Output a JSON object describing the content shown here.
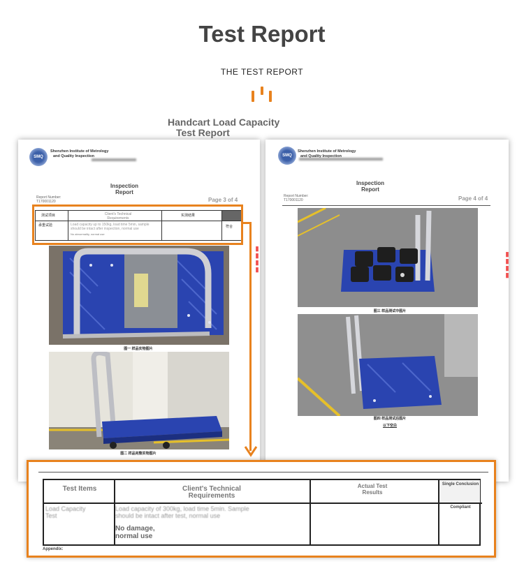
{
  "header": {
    "title": "Test Report",
    "subtitle": "THE TEST REPORT"
  },
  "document": {
    "heading_line1": "Handcart Load Capacity",
    "heading_line2": "Test Report"
  },
  "left_page": {
    "org_line1": "Shenzhen Institute of Metrology",
    "org_line2": "and Quality Inspection",
    "logo_text": "SMQ",
    "inspection_line1": "Inspection",
    "inspection_line2": "Report",
    "report_number_label": "Report Number:",
    "report_number": "T170001120",
    "page_label": "Page 3 of 4",
    "table": {
      "col1": "测试项目",
      "col2": "Client's Technical Requirements",
      "col3": "实测结果",
      "row_item": "承重试验",
      "row_requirement": "Load capacity up to 150kg, load time 5min, sample should be intact after inspection, normal use",
      "row_result": "No abnormality, normal use",
      "row_conclusion": "符合"
    },
    "caption1": "图一 样品实物图片",
    "caption2": "图二 样品完整实物图片"
  },
  "right_page": {
    "org_line1": "Shenzhen Institute of Metrology",
    "org_line2": "and Quality Inspection",
    "logo_text": "SMQ",
    "inspection_line1": "Inspection",
    "inspection_line2": "Report",
    "report_number_label": "Report Number:",
    "report_number": "T170001120",
    "page_label": "Page 4 of 4",
    "caption1": "图三 样品测试中图片",
    "caption2": "图四 样品测试后图片",
    "end_text": "以下空白"
  },
  "zoom_table": {
    "col1": "Test Items",
    "col2_line1": "Client's Technical",
    "col2_line2": "Requirements",
    "col3_line1": "Actual Test",
    "col3_line2": "Results",
    "col4": "Single Conclusion",
    "row_item_line1": "Load Capacity",
    "row_item_line2": "Test",
    "row_req_line1": "Load capacity of 300kg, load time 5min. Sample",
    "row_req_line2": "should be intact after test, normal use",
    "row_result_line1": "No damage,",
    "row_result_line2": "normal use",
    "row_conclusion": "Compliant",
    "appendix": "Appendix:"
  },
  "colors": {
    "accent": "#e8821e",
    "cart_blue": "#2440a8",
    "floor_gray": "#8f8f8f"
  }
}
